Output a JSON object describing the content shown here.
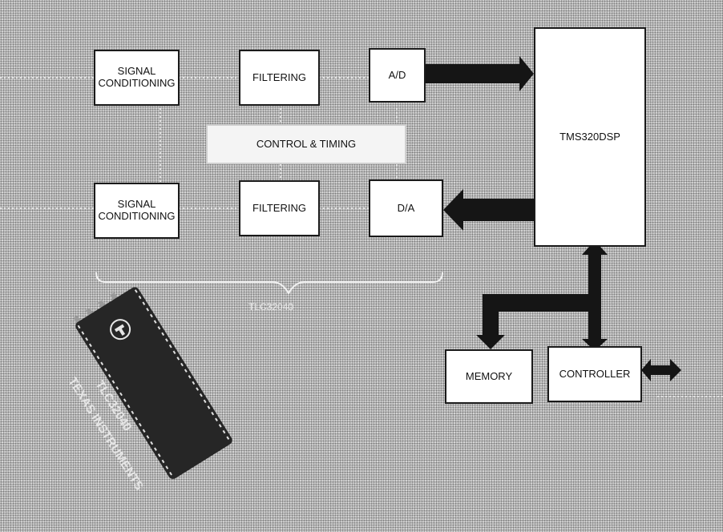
{
  "diagram": {
    "signal_conditioning_top": "SIGNAL\nCONDITIONING",
    "filtering_top": "FILTERING",
    "ad": "A/D",
    "control_timing": "CONTROL & TIMING",
    "signal_conditioning_bottom": "SIGNAL\nCONDITIONING",
    "filtering_bottom": "FILTERING",
    "da": "D/A",
    "dsp": "TMS320DSP",
    "memory": "MEMORY",
    "controller": "CONTROLLER",
    "brace_label": "TLC32040"
  },
  "chip": {
    "line1": "TEXAS INSTRUMENTS",
    "line2": "TLC32040"
  },
  "colors": {
    "arrow": "#151515",
    "box_fill": "#ffffff",
    "chip_body": "#262626",
    "chip_text": "#e6e6e6"
  }
}
